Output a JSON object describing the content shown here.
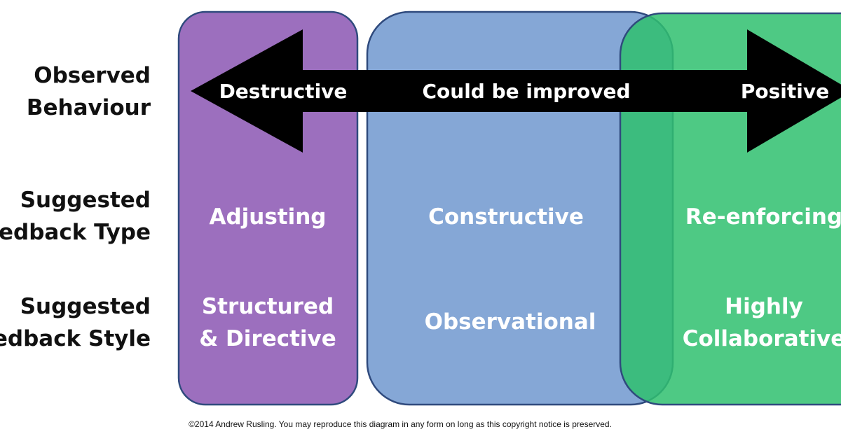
{
  "row_labels": {
    "behaviour": [
      "Observed",
      "Behaviour"
    ],
    "type": [
      "Suggested",
      "Feedback Type"
    ],
    "style": [
      "Suggested",
      "Feedback Style"
    ]
  },
  "arrow": {
    "left": "Destructive",
    "middle": "Could be improved",
    "right": "Positive",
    "color": "#000000"
  },
  "columns": [
    {
      "key": "adjusting",
      "color": "#8e5bb5",
      "border": "#2f4a7d",
      "type": "Adjusting",
      "style": [
        "Structured",
        "& Directive"
      ]
    },
    {
      "key": "constructive",
      "color": "#7ba0d2",
      "border": "#2f4a7d",
      "type": "Constructive",
      "style": [
        "Observational"
      ]
    },
    {
      "key": "reenforcing",
      "color": "#2fbf6f",
      "border": "#2f4a7d",
      "type": "Re-enforcing",
      "style": [
        "Highly",
        "Collaborative"
      ]
    }
  ],
  "copyright": "©2014 Andrew Rusling.  You may reproduce this diagram in any form on long as this copyright notice is preserved."
}
